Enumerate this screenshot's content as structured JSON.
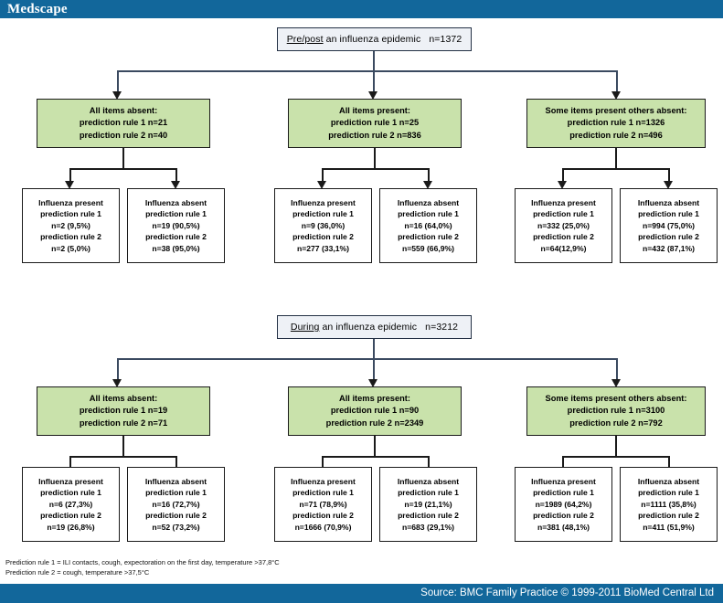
{
  "brand": {
    "logo_text": "Medscape",
    "bar_color": "#12679b"
  },
  "source": {
    "text": "Source: BMC Family Practice © 1999-2011 BioMed Central Ltd"
  },
  "footnotes": [
    "Prediction rule 1 = ILI contacts, cough, expectoration on the first day, temperature >37,8°C",
    "Prediction rule 2 = cough,  temperature >37,5°C"
  ],
  "colors": {
    "group_fill": "#c9e2ab",
    "root_fill": "#eef1f6",
    "leaf_fill": "#ffffff",
    "line": "#1a1a1a",
    "accent": "#12679b"
  },
  "chart_data": {
    "type": "diagram",
    "title": "Influenza prediction rule flow diagram",
    "sections": [
      {
        "id": "prepost",
        "root": {
          "label": "Pre/post an influenza epidemic",
          "underlined": "Pre/post",
          "n": "n=1372"
        },
        "groups": [
          {
            "id": "all-absent",
            "lines": [
              "All items absent:",
              "prediction rule 1 n=21",
              "prediction rule 2 n=40"
            ],
            "leaves": [
              {
                "id": "influenza-present",
                "lines": [
                  "Influenza present",
                  "prediction rule 1",
                  "n=2 (9,5%)",
                  "prediction rule 2",
                  "n=2 (5,0%)"
                ]
              },
              {
                "id": "influenza-absent",
                "lines": [
                  "Influenza absent",
                  "prediction rule 1",
                  "n=19 (90,5%)",
                  "prediction rule 2",
                  "n=38 (95,0%)"
                ]
              }
            ]
          },
          {
            "id": "all-present",
            "lines": [
              "All items present:",
              "prediction rule 1  n=25",
              "prediction rule 2 n=836"
            ],
            "leaves": [
              {
                "id": "influenza-present",
                "lines": [
                  "Influenza present",
                  "prediction rule 1",
                  "n=9 (36,0%)",
                  "prediction rule 2",
                  "n=277 (33,1%)"
                ]
              },
              {
                "id": "influenza-absent",
                "lines": [
                  "Influenza absent",
                  "prediction rule 1",
                  "n=16 (64,0%)",
                  "prediction rule 2",
                  "n=559 (66,9%)"
                ]
              }
            ]
          },
          {
            "id": "some-present",
            "lines": [
              "Some items present others absent:",
              "prediction rule 1 n=1326",
              "prediction rule 2 n=496"
            ],
            "leaves": [
              {
                "id": "influenza-present",
                "lines": [
                  "Influenza present",
                  "prediction rule 1",
                  "n=332 (25,0%)",
                  "prediction rule 2",
                  "n=64(12,9%)"
                ]
              },
              {
                "id": "influenza-absent",
                "lines": [
                  "Influenza absent",
                  "prediction rule 1",
                  "n=994 (75,0%)",
                  "prediction rule 2",
                  "n=432 (87,1%)"
                ]
              }
            ]
          }
        ]
      },
      {
        "id": "during",
        "root": {
          "label": "During an influenza epidemic",
          "underlined": "During",
          "n": "n=3212"
        },
        "groups": [
          {
            "id": "all-absent",
            "lines": [
              "All items absent:",
              "prediction rule 1  n=19",
              "prediction rule 2 n=71"
            ],
            "leaves": [
              {
                "id": "influenza-present",
                "lines": [
                  "Influenza present",
                  "prediction rule 1",
                  "n=6 (27,3%)",
                  "prediction rule 2",
                  "n=19 (26,8%)"
                ]
              },
              {
                "id": "influenza-absent",
                "lines": [
                  "Influenza absent",
                  "prediction rule 1",
                  "n=16 (72,7%)",
                  "prediction rule 2",
                  "n=52 (73,2%)"
                ]
              }
            ]
          },
          {
            "id": "all-present",
            "lines": [
              "All items present:",
              "prediction rule 1  n=90",
              "prediction rule 2 n=2349"
            ],
            "leaves": [
              {
                "id": "influenza-present",
                "lines": [
                  "Influenza present",
                  "prediction rule 1",
                  "n=71 (78,9%)",
                  "prediction rule 2",
                  "n=1666 (70,9%)"
                ]
              },
              {
                "id": "influenza-absent",
                "lines": [
                  "Influenza absent",
                  "prediction rule 1",
                  "n=19 (21,1%)",
                  "prediction rule 2",
                  "n=683 (29,1%)"
                ]
              }
            ]
          },
          {
            "id": "some-present",
            "lines": [
              "Some items present others absent:",
              "prediction rule 1 n=3100",
              "prediction rule 2 n=792"
            ],
            "leaves": [
              {
                "id": "influenza-present",
                "lines": [
                  "Influenza present",
                  "prediction rule 1",
                  "n=1989 (64,2%)",
                  "prediction rule 2",
                  "n=381 (48,1%)"
                ]
              },
              {
                "id": "influenza-absent",
                "lines": [
                  "Influenza absent",
                  "prediction rule 1",
                  "n=1111 (35,8%)",
                  "prediction rule 2",
                  "n=411 (51,9%)"
                ]
              }
            ]
          }
        ]
      }
    ]
  }
}
